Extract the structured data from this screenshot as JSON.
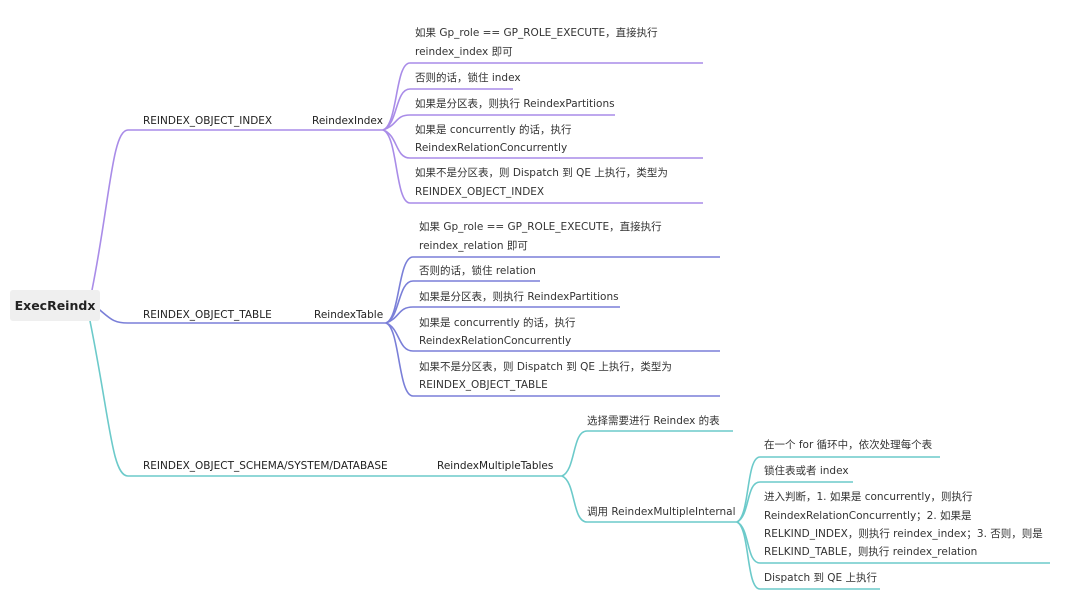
{
  "root": {
    "label": "ExecReindx"
  },
  "colors": {
    "index": "#a98ce8",
    "table": "#7a7fd8",
    "schema": "#6ccaca",
    "root_bg": "#efefef"
  },
  "branches": [
    {
      "type": "REINDEX_OBJECT_INDEX",
      "func": "ReindexIndex",
      "children": [
        [
          "如果 Gp_role == GP_ROLE_EXECUTE，直接执行",
          "reindex_index 即可"
        ],
        [
          "否则的话，锁住 index"
        ],
        [
          "如果是分区表，则执行 ReindexPartitions"
        ],
        [
          "如果是 concurrently 的话，执行",
          "ReindexRelationConcurrently"
        ],
        [
          "如果不是分区表，则 Dispatch 到 QE 上执行，类型为",
          "REINDEX_OBJECT_INDEX"
        ]
      ]
    },
    {
      "type": "REINDEX_OBJECT_TABLE",
      "func": "ReindexTable",
      "children": [
        [
          "如果 Gp_role == GP_ROLE_EXECUTE，直接执行",
          "reindex_relation 即可"
        ],
        [
          "否则的话，锁住 relation"
        ],
        [
          "如果是分区表，则执行 ReindexPartitions"
        ],
        [
          "如果是 concurrently 的话，执行",
          "ReindexRelationConcurrently"
        ],
        [
          "如果不是分区表，则 Dispatch 到 QE 上执行，类型为",
          "REINDEX_OBJECT_TABLE"
        ]
      ]
    },
    {
      "type": "REINDEX_OBJECT_SCHEMA/SYSTEM/DATABASE",
      "func": "ReindexMultipleTables",
      "children": [
        {
          "label": "选择需要进行 Reindex 的表"
        },
        {
          "label": "调用 ReindexMultipleInternal",
          "children": [
            [
              "在一个 for 循环中，依次处理每个表"
            ],
            [
              "锁住表或者 index"
            ],
            [
              "进入判断，1. 如果是 concurrently，则执行",
              "ReindexRelationConcurrently；2. 如果是",
              "RELKIND_INDEX，则执行 reindex_index；3. 否则，则是",
              "RELKIND_TABLE，则执行 reindex_relation"
            ],
            [
              "Dispatch 到 QE 上执行"
            ]
          ]
        }
      ]
    }
  ]
}
